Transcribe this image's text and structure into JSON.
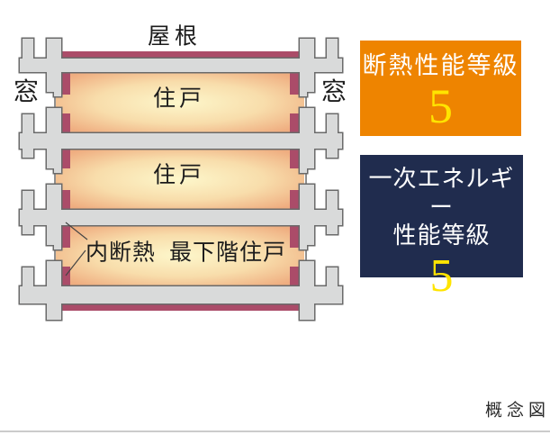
{
  "diagram": {
    "roof_label": "屋根",
    "window_label_left": "窓",
    "window_label_right": "窓",
    "unit_labels": [
      "住戸",
      "住戸"
    ],
    "insulation_label": "内断熱",
    "bottom_unit_label": "最下階住戸",
    "caption": "概念図",
    "colors": {
      "concrete": "#d9dada",
      "concrete_outline": "#6b6b6b",
      "insulation_pink": "#ab4c69",
      "room_center": "#fdf7cb",
      "room_mid": "#f8ddab",
      "room_edge": "#efad80",
      "window_glass": "#8f8f8f"
    }
  },
  "badges": {
    "insulation": {
      "title": "断熱性能等級",
      "value": "5",
      "bg": "#ee8400",
      "value_color": "#ffe400"
    },
    "energy": {
      "title_line1": "一次エネルギー",
      "title_line2": "性能等級",
      "value": "5",
      "bg": "#202c4e",
      "value_color": "#ffe400"
    }
  }
}
